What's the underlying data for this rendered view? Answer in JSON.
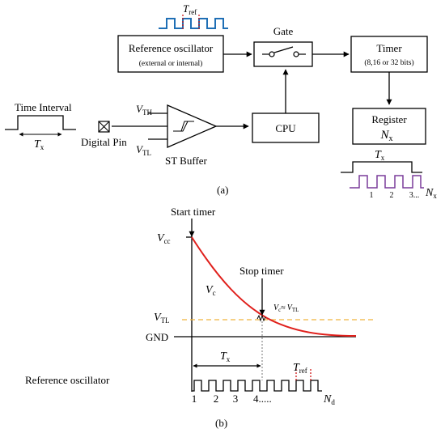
{
  "part_a": {
    "caption": "(a)",
    "ref_osc": {
      "line1": "Reference oscillator",
      "line2": "(external or internal)"
    },
    "gate": {
      "label": "Gate"
    },
    "timer": {
      "line1": "Timer",
      "line2": "(8,16 or 32 bits)"
    },
    "register": {
      "line1": "Register",
      "sym": "N",
      "sub": "x"
    },
    "cpu": {
      "label": "CPU"
    },
    "st_buffer": {
      "label": "ST Buffer"
    },
    "vth": {
      "sym": "V",
      "sub": "TH"
    },
    "vtl": {
      "sym": "V",
      "sub": "TL"
    },
    "time_interval": {
      "label": "Time Interval",
      "sym": "T",
      "sub": "x"
    },
    "digital_pin": {
      "label": "Digital Pin"
    },
    "tref": {
      "sym": "T",
      "sub": "ref"
    },
    "count": {
      "tx_sym": "T",
      "tx_sub": "x",
      "ticks": [
        "1",
        "2",
        "3..."
      ],
      "nx_sym": "N",
      "nx_sub": "x"
    }
  },
  "part_b": {
    "caption": "(b)",
    "start_timer": "Start timer",
    "stop_timer": "Stop timer",
    "vcc": {
      "sym": "V",
      "sub": "cc"
    },
    "vc": {
      "sym": "V",
      "sub": "c"
    },
    "vtl": {
      "sym": "V",
      "sub": "TL"
    },
    "gnd": "GND",
    "approx": {
      "a_sym": "V",
      "a_sub": "c",
      "op": "≈",
      "b_sym": "V",
      "b_sub": "TL"
    },
    "tx": {
      "sym": "T",
      "sub": "x"
    },
    "tref": {
      "sym": "T",
      "sub": "ref"
    },
    "ref_osc": "Reference oscillator",
    "ticks": [
      "1",
      "2",
      "3",
      "4....."
    ],
    "nd": {
      "sym": "N",
      "sub": "d"
    }
  },
  "colors": {
    "line": "#000000",
    "clock_blue": "#1f6fb5",
    "clock_purple": "#7a3b9a",
    "curve_red": "#e0201c",
    "threshold_dash": "#f0b43c",
    "marker_red": "#d01818"
  }
}
